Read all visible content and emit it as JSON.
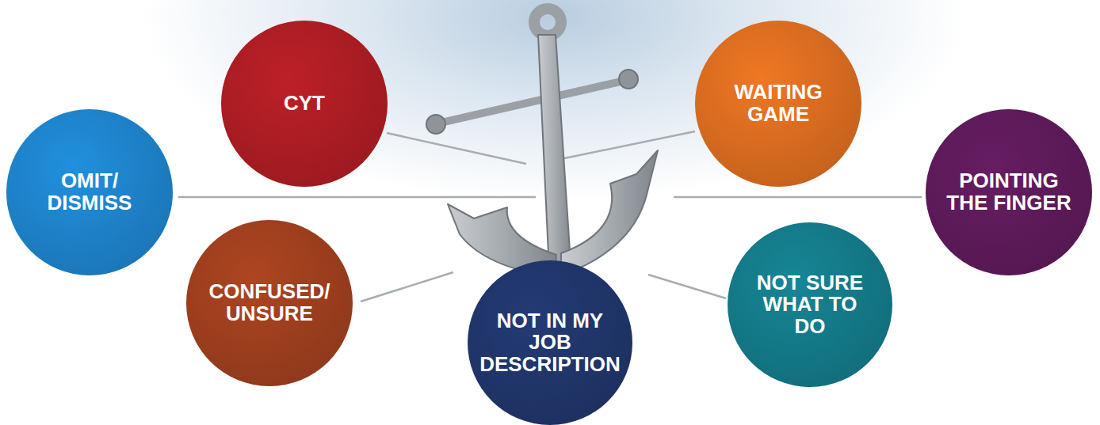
{
  "diagram": {
    "nodes": [
      {
        "text": [
          "OMIT/ DISMISS"
        ]
      },
      {
        "text": [
          "CYT"
        ]
      },
      {
        "text": [
          "CONFUSED/ UNSURE"
        ]
      },
      {
        "text": [
          "NOT IN MY JOB DESCRIPTION"
        ]
      },
      {
        "text": [
          "NOT SURE WHAT TO DO"
        ]
      },
      {
        "text": [
          "WAITING GAME"
        ]
      },
      {
        "text": [
          "POINTING THE FINGER"
        ]
      }
    ]
  }
}
